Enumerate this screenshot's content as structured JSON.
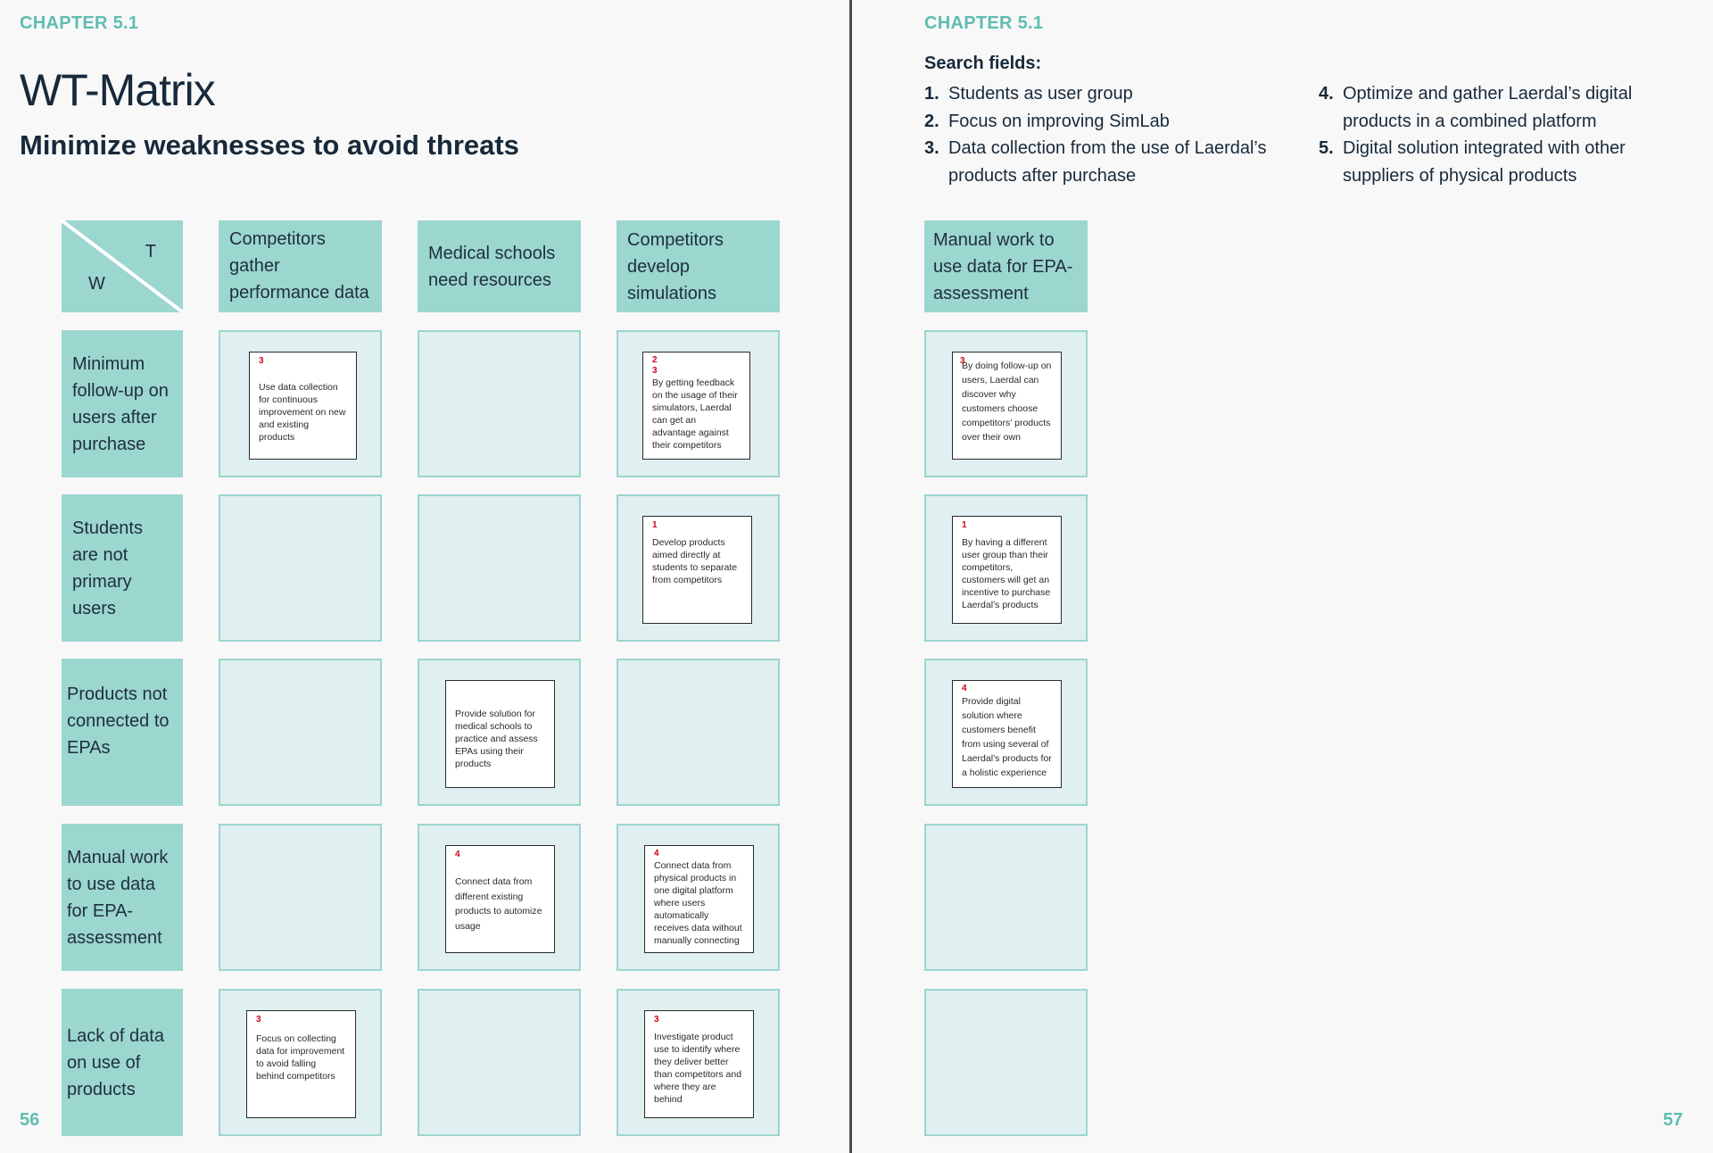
{
  "left_page": {
    "chapter": "CHAPTER 5.1",
    "title": "WT-Matrix",
    "subtitle": "Minimize weaknesses to avoid threats",
    "page_number": "56",
    "corner": {
      "t": "T",
      "w": "W"
    },
    "threats": [
      "Competitors gather performance data",
      "Medical schools need resources",
      "Competitors develop simulations"
    ],
    "weaknesses": [
      "Minimum follow-up on users after purchase",
      "Students are not primary users",
      "Products not connected to EPAs",
      "Manual work to use data for EPA-assessment",
      "Lack of data on use of products"
    ],
    "notes": {
      "r0c0": {
        "num": "3",
        "text": "Use data collection for continuous improvement on new and existing products"
      },
      "r0c2": {
        "num": "2\n3",
        "text": "By getting feedback on the usage of their simulators, Laerdal can get an advantage against their competitors"
      },
      "r1c2": {
        "num": "1",
        "text": "Develop products aimed directly at students to separate from competitors"
      },
      "r2c1": {
        "num": "",
        "text": "Provide solution for medical schools to practice and assess EPAs using their products"
      },
      "r3c1": {
        "num": "4",
        "text": "Connect data from different existing products to automize usage"
      },
      "r3c2": {
        "num": "4",
        "text": "Connect data from physical products in one digital platform where users automatically receives data without manually connecting"
      },
      "r4c0": {
        "num": "3",
        "text": "Focus on collecting data for improvement to avoid falling behind competitors"
      },
      "r4c2": {
        "num": "3",
        "text": "Investigate product use to identify where they deliver better than competitors and where they are behind"
      }
    }
  },
  "right_page": {
    "chapter": "CHAPTER 5.1",
    "page_number": "57",
    "search_title": "Search fields:",
    "search_fields": [
      {
        "n": "1.",
        "text": "Students as user group"
      },
      {
        "n": "2.",
        "text": "Focus on improving SimLab"
      },
      {
        "n": "3.",
        "text": "Data collection from the use of Laerdal’s products after purchase"
      },
      {
        "n": "4.",
        "text": "Optimize and gather Laerdal’s digital products in a combined platform"
      },
      {
        "n": "5.",
        "text": "Digital solution integrated with other suppliers of physical products"
      }
    ],
    "header": "Manual work to use data for EPA-assessment",
    "notes": {
      "r0": {
        "num": "3",
        "text": "By doing follow-up on users, Laerdal can discover why customers choose competitors’ products over their own"
      },
      "r1": {
        "num": "1",
        "text": "By having a different user group than their competitors, customers will get an incentive to purchase Laerdal’s products"
      },
      "r2": {
        "num": "4",
        "text": "Provide digital solution where customers benefit from using several of Laerdal’s products for a holistic experience"
      }
    }
  }
}
